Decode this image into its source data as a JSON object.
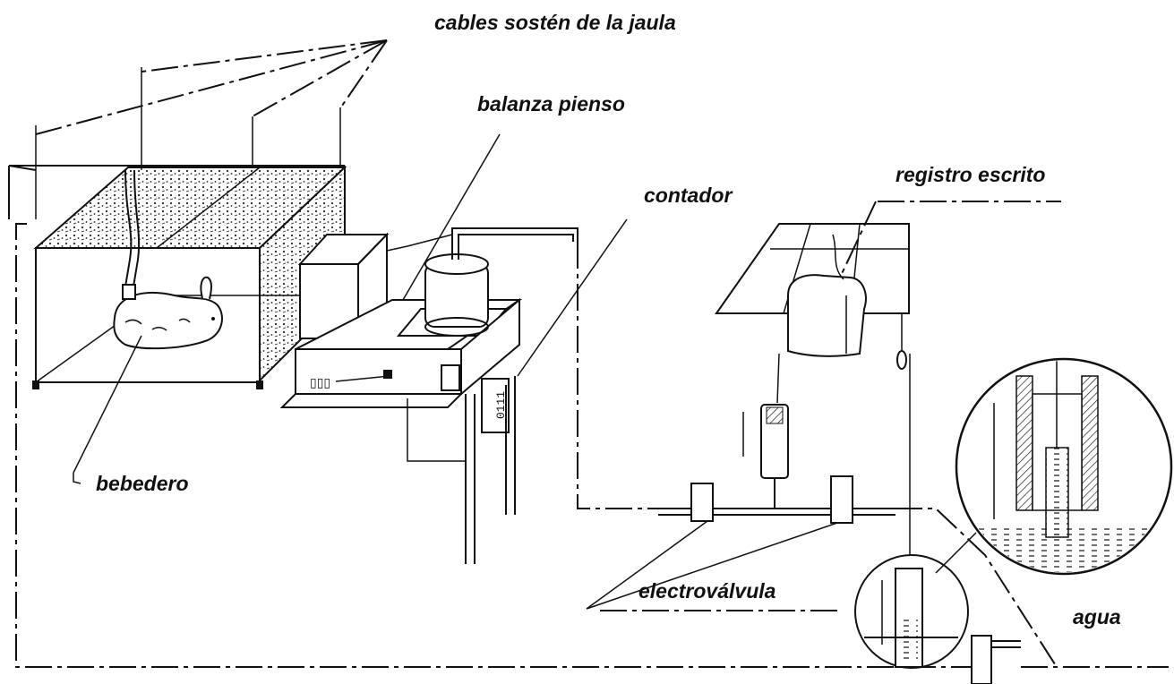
{
  "labels": {
    "cables": "cables sostén de la jaula",
    "balanza": "balanza pienso",
    "contador": "contador",
    "registro": "registro escrito",
    "bebedero": "bebedero",
    "electrovalvula": "electroválvula",
    "agua": "agua"
  }
}
